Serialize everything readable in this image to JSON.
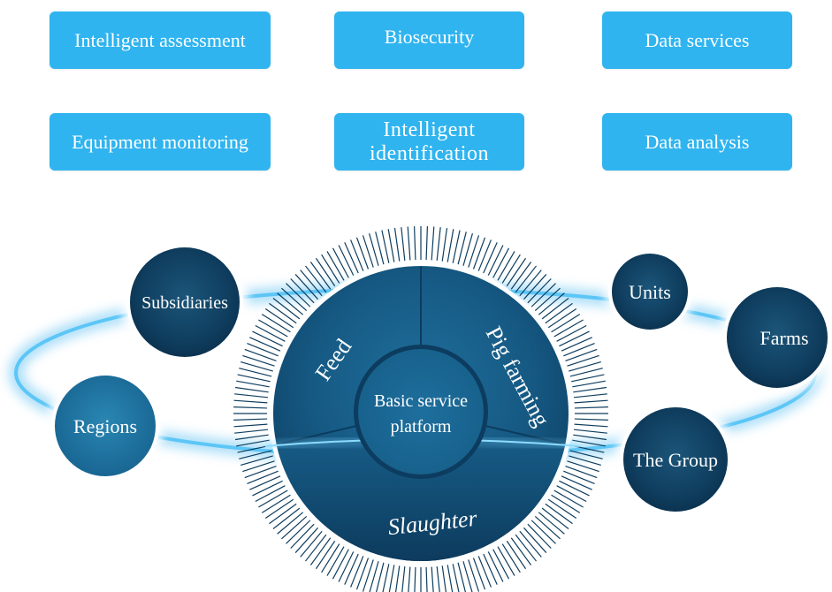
{
  "services": [
    {
      "label": "Intelligent assessment"
    },
    {
      "label": "Biosecurity"
    },
    {
      "label": "Data services"
    },
    {
      "label": "Equipment monitoring"
    },
    {
      "label_line1": "Intelligent",
      "label_line2": "identification"
    },
    {
      "label": "Data analysis"
    }
  ],
  "hub": {
    "center_line1": "Basic service",
    "center_line2": "platform",
    "segments": {
      "feed": "Feed",
      "pig_farming": "Pig farming",
      "slaughter": "Slaughter"
    }
  },
  "nodes": {
    "subsidiaries": "Subsidiaries",
    "regions": "Regions",
    "units": "Units",
    "farms": "Farms",
    "the_group": "The Group"
  },
  "colors": {
    "box_blue": "#2fb4ef",
    "dark_navy": "#0e3a59",
    "mid_blue": "#1d6d97",
    "orbit_glow": "#49b8f0"
  }
}
